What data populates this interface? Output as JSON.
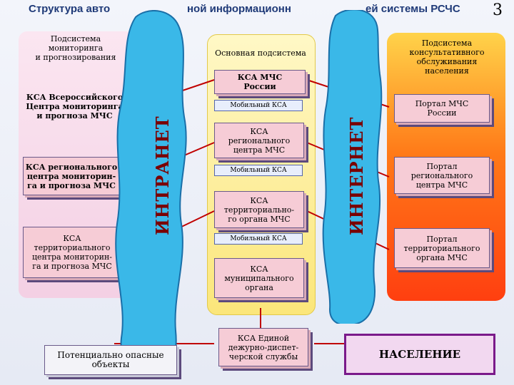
{
  "header": {
    "title": "Структура авто",
    "title_tail_mid": "ной информационн",
    "title_tail_right": "ей системы РСЧС",
    "page_number": "3"
  },
  "left": {
    "heading": [
      "Подсистема",
      "мониторинга",
      "и прогнозирования"
    ],
    "ksa_federal": [
      "КСА Всероссийского",
      "Центра мониторинга",
      "и прогноза МЧС"
    ],
    "ksa_regional": [
      "КСА регионального",
      "центра мониторин-",
      "га и прогноза МЧС"
    ],
    "ksa_territorial": [
      "КСА",
      "территориального",
      "центра мониторин-",
      "га и прогноза МЧС"
    ]
  },
  "middle": {
    "heading": "Основная подсистема",
    "ksa_mchs": [
      "КСА МЧС",
      "России"
    ],
    "mobile": "Мобильный КСА",
    "ksa_regional": [
      "КСА",
      "регионального",
      "центра МЧС"
    ],
    "ksa_territorial": [
      "КСА",
      "территориально-",
      "го органа МЧС"
    ],
    "ksa_municipal": [
      "КСА",
      "муниципального",
      "органа"
    ]
  },
  "right": {
    "heading": [
      "Подсистема",
      "консультативного",
      "обслуживания",
      "населения"
    ],
    "portal_mchs": [
      "Портал МЧС",
      "России"
    ],
    "portal_regional": [
      "Портал",
      "регионального",
      "центра МЧС"
    ],
    "portal_territorial": [
      "Портал",
      "территориального",
      "органа МЧС"
    ]
  },
  "clouds": {
    "intranet": "ИНТРАНЕТ",
    "internet": "ИНТЕРНЕТ"
  },
  "bottom": {
    "hazardous": [
      "Потенциально опасные",
      "объекты"
    ],
    "edds": [
      "КСА Единой",
      "дежурно-диспет-",
      "черской службы"
    ],
    "population": "НАСЕЛЕНИЕ"
  },
  "colors": {
    "cloud": "#3ab8e8",
    "card": "#f6ccd6",
    "left_panel": "#f4d0e4",
    "mid_panel": "#fbe67a",
    "right_panel": "#ff5a14",
    "population_box": "#f2d8f0",
    "arrow": "#c00000"
  }
}
